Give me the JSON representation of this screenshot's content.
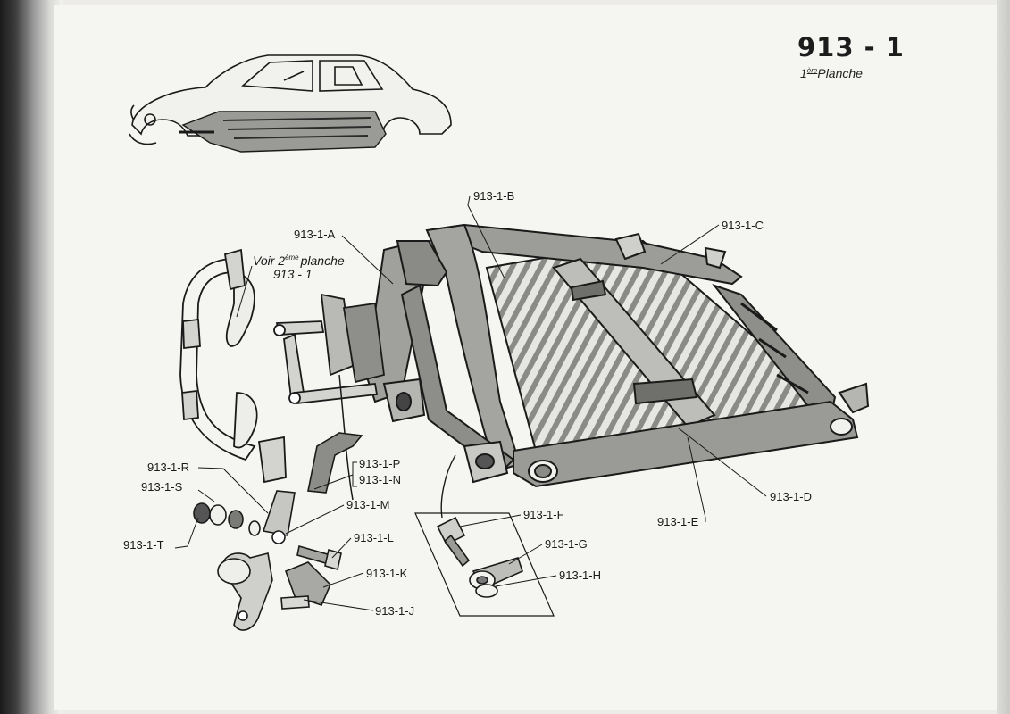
{
  "plate": {
    "number": "913 - 1",
    "ordinal": "1",
    "ordinal_suffix": "ère",
    "planche_word": "Planche"
  },
  "note": {
    "line1_prefix": "Voir 2",
    "line1_suffix": "ème",
    "line1_rest": "planche",
    "line2": "913 - 1"
  },
  "labels": {
    "A": "913-1-A",
    "B": "913-1-B",
    "C": "913-1-C",
    "D": "913-1-D",
    "E": "913-1-E",
    "F": "913-1-F",
    "G": "913-1-G",
    "H": "913-1-H",
    "J": "913-1-J",
    "K": "913-1-K",
    "L": "913-1-L",
    "M": "913-1-M",
    "N": "913-1-N",
    "P": "913-1-P",
    "R": "913-1-R",
    "S": "913-1-S",
    "T": "913-1-T"
  },
  "colors": {
    "ink": "#1a1a1a",
    "paper": "#f5f5f2",
    "metal_shade": "#8a8a86"
  }
}
